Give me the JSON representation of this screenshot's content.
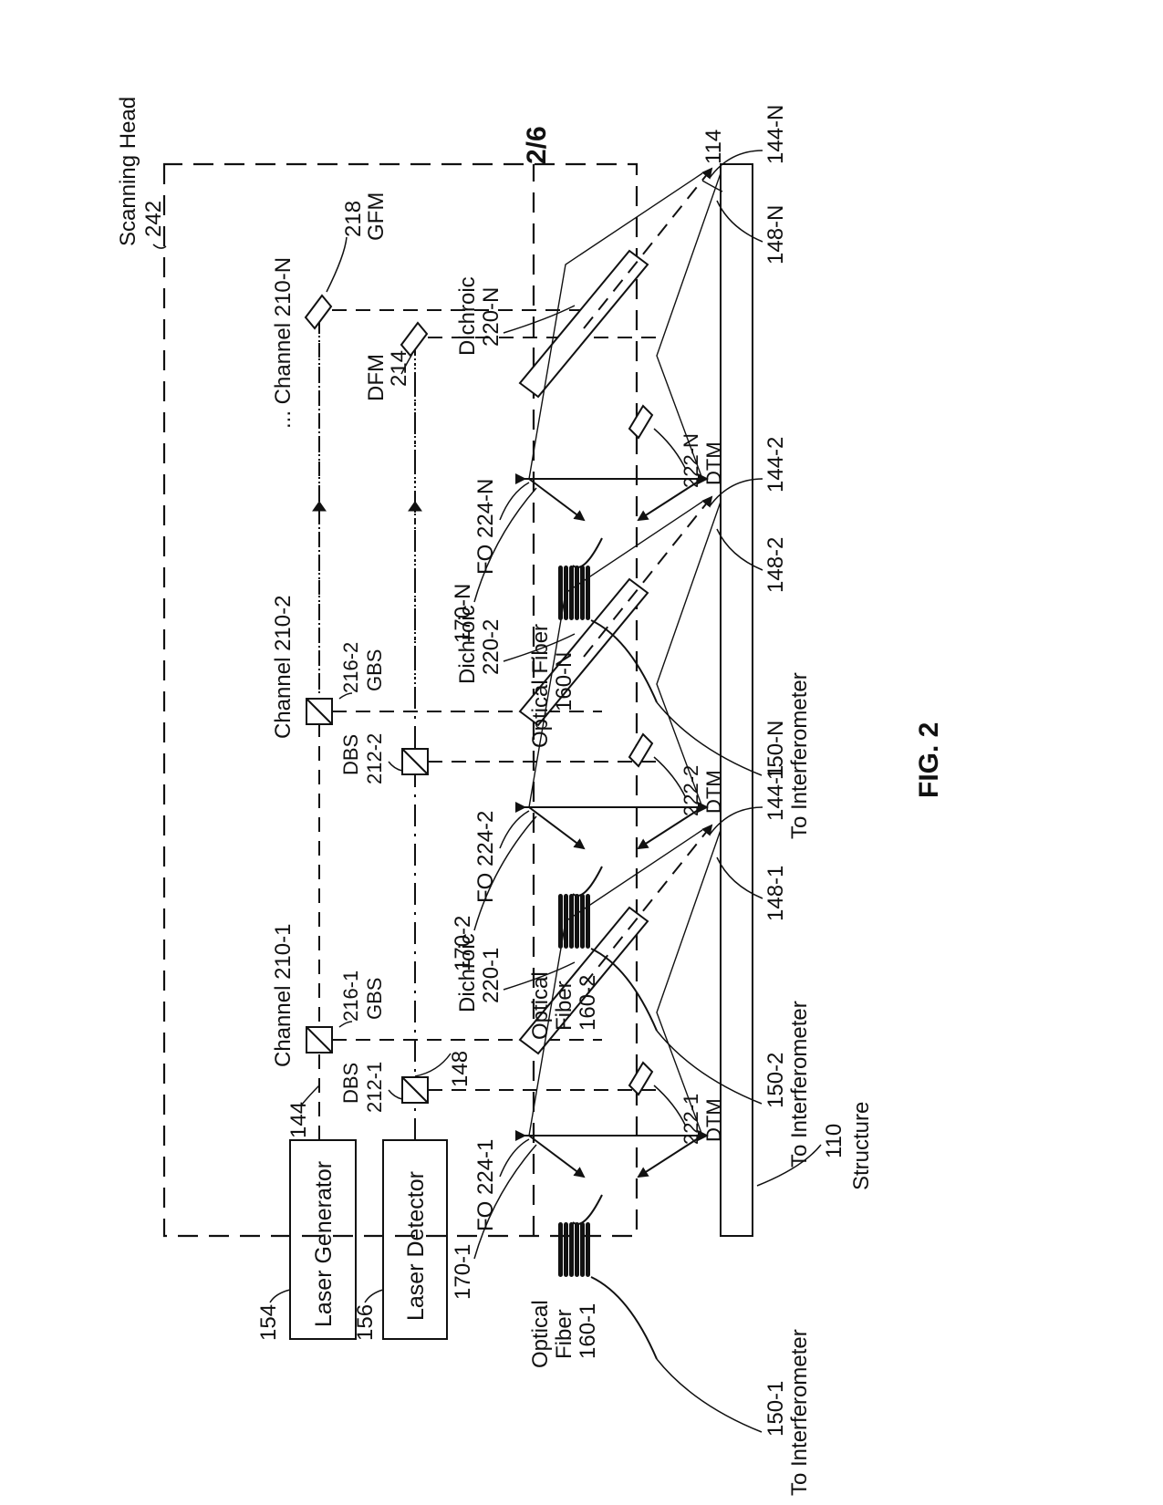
{
  "sheet_number": "2/6",
  "figure_label": "FIG. 2",
  "scanning_head": {
    "name": "Scanning Head",
    "ref": "242"
  },
  "laser_generator": {
    "label": "Laser Generator",
    "ref": "154",
    "beam_ref": "144"
  },
  "laser_detector": {
    "label": "Laser Detector",
    "ref": "156",
    "beam_ref": "148"
  },
  "structure": {
    "ref": "110",
    "label": "Structure",
    "surface_ref": "114"
  },
  "dfm": {
    "label": "DFM",
    "ref": "214"
  },
  "gfm": {
    "label": "GFM",
    "ref": "218"
  },
  "channels": [
    {
      "channel_label": "Channel 210-1",
      "gbs": {
        "ref": "216-1",
        "label": "GBS"
      },
      "dbs": {
        "label": "DBS",
        "ref": "212-1"
      },
      "dichroic": {
        "label": "Dichroic",
        "ref": "220-1"
      },
      "dtm": {
        "ref": "222-1",
        "label": "DTM"
      },
      "fo": "FO 224-1",
      "beam_cone": "170-1",
      "fiber": {
        "line1": "Optical",
        "line2": "Fiber",
        "ref": "160-1"
      },
      "to_interferometer": {
        "ref": "150-1",
        "label": "To Interferometer"
      },
      "gen_spot": "144-1",
      "det_spot": "148-1"
    },
    {
      "channel_label": "Channel 210-2",
      "gbs": {
        "ref": "216-2",
        "label": "GBS"
      },
      "dbs": {
        "label": "DBS",
        "ref": "212-2"
      },
      "dichroic": {
        "label": "Dichroic",
        "ref": "220-2"
      },
      "dtm": {
        "ref": "222-2",
        "label": "DTM"
      },
      "fo": "FO 224-2",
      "beam_cone": "170-2",
      "fiber": {
        "line1": "Optical",
        "line2": "Fiber",
        "ref": "160-2"
      },
      "to_interferometer": {
        "ref": "150-2",
        "label": "To Interferometer"
      },
      "gen_spot": "144-2",
      "det_spot": "148-2"
    },
    {
      "channel_label": "... Channel 210-N",
      "dichroic": {
        "label": "Dichroic",
        "ref": "220-N"
      },
      "dtm": {
        "ref": "222-N",
        "label": "DTM"
      },
      "fo": "FO 224-N",
      "beam_cone": "170-N",
      "fiber": {
        "line1": "Optical Fiber",
        "ref": "160-N"
      },
      "to_interferometer": {
        "ref": "150-N",
        "label": "To Interferometer"
      },
      "gen_spot": "144-N",
      "det_spot": "148-N"
    }
  ]
}
